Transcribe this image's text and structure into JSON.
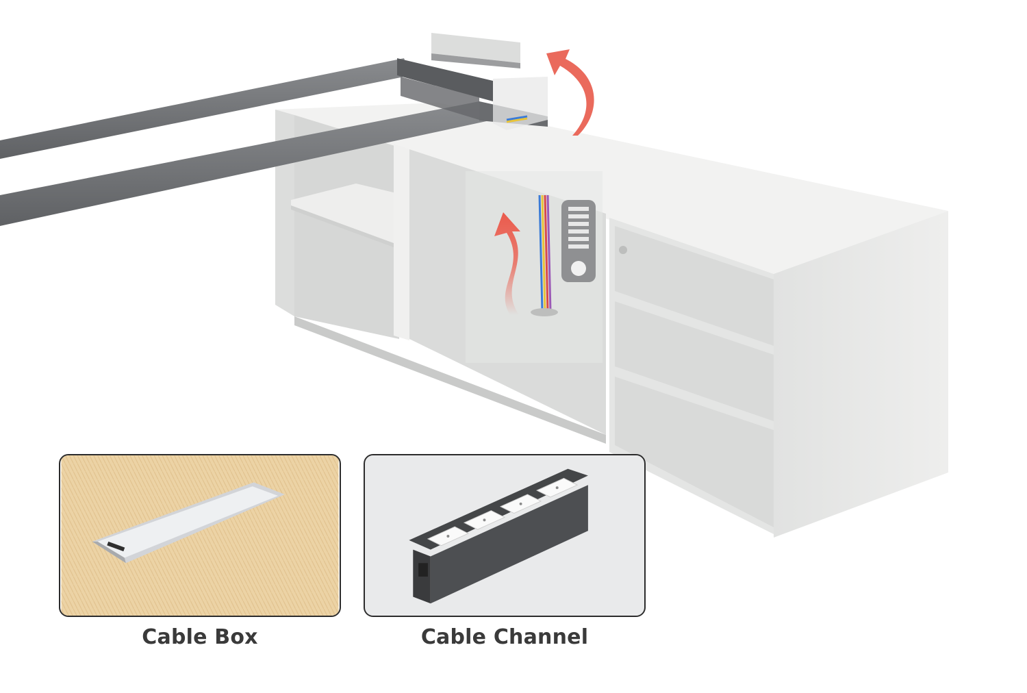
{
  "colors": {
    "arrow": "#ea6a5c",
    "frame": "#6d6f72",
    "cabinet": "#e9eae9",
    "wood": "#e9cc9a",
    "caption": "#3a3a3a"
  },
  "main_illustration": {
    "icon": "desk-cabinet-cable-routing"
  },
  "cable_box": {
    "caption": "Cable Box",
    "icon": "desk-cable-box"
  },
  "cable_channel": {
    "caption": "Cable Channel",
    "icon": "power-socket-channel"
  }
}
